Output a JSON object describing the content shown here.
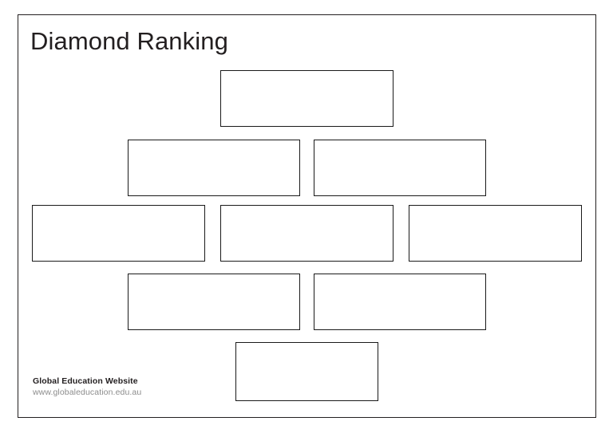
{
  "document": {
    "title": "Diamond Ranking",
    "background_color": "#ffffff",
    "border_color": "#231f20",
    "box_border_color": "#1a1a1a"
  },
  "diamond": {
    "rows": [
      {
        "count": 1,
        "boxes": [
          {
            "text": ""
          }
        ]
      },
      {
        "count": 2,
        "boxes": [
          {
            "text": ""
          },
          {
            "text": ""
          }
        ]
      },
      {
        "count": 3,
        "boxes": [
          {
            "text": ""
          },
          {
            "text": ""
          },
          {
            "text": ""
          }
        ]
      },
      {
        "count": 2,
        "boxes": [
          {
            "text": ""
          },
          {
            "text": ""
          }
        ]
      },
      {
        "count": 1,
        "boxes": [
          {
            "text": ""
          }
        ]
      }
    ]
  },
  "footer": {
    "organisation": "Global Education Website",
    "url": "www.globaleducation.edu.au",
    "organisation_color": "#231f20",
    "url_color": "#8c8c8c"
  }
}
